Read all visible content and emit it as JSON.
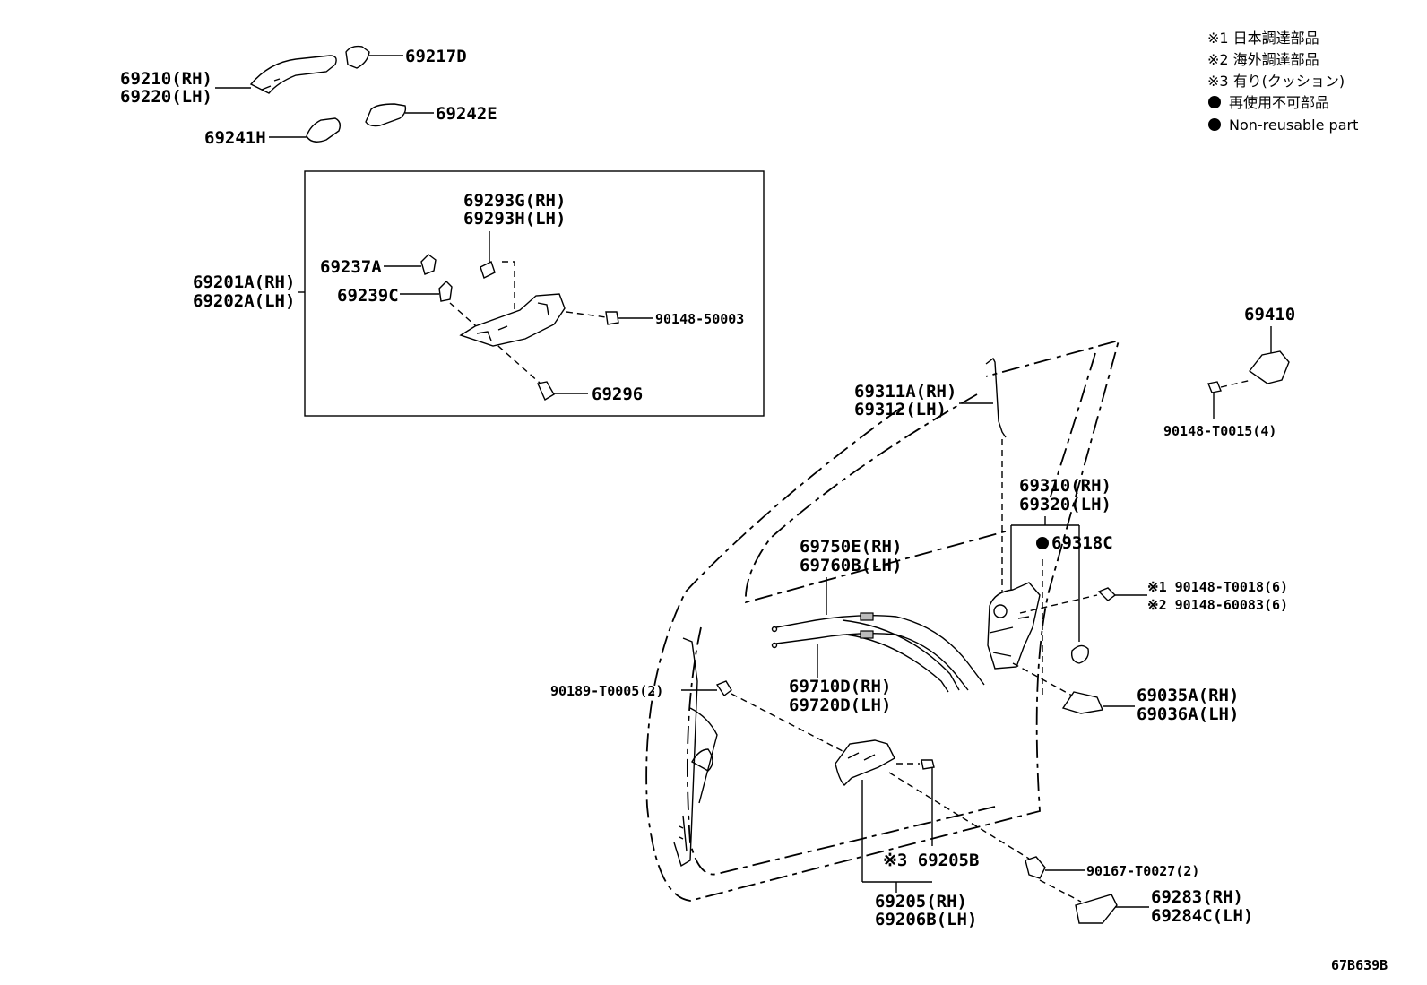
{
  "notes": [
    "※1 日本調達部品",
    "※2 海外調達部品",
    "※3 有り(クッション)",
    "再使用不可部品",
    "Non-reusable part"
  ],
  "labels": {
    "p69210": "69210(RH)",
    "p69220": "69220(LH)",
    "p69217D": "69217D",
    "p69242E": "69242E",
    "p69241H": "69241H",
    "p69201A": "69201A(RH)",
    "p69202A": "69202A(LH)",
    "p69293G": "69293G(RH)",
    "p69293H": "69293H(LH)",
    "p69237A": "69237A",
    "p69239C": "69239C",
    "p90148_50003": "90148-50003",
    "p69296": "69296",
    "p69410": "69410",
    "p90148_T0015": "90148-T0015(4)",
    "p69311A": "69311A(RH)",
    "p69312": "69312(LH)",
    "p69310": "69310(RH)",
    "p69320": "69320(LH)",
    "p69318C": "69318C",
    "p90148_T0018": "※1 90148-T0018(6)",
    "p90148_60083": "※2 90148-60083(6)",
    "p69750E": "69750E(RH)",
    "p69760B": "69760B(LH)",
    "p69710D": "69710D(RH)",
    "p69720D": "69720D(LH)",
    "p69035A": "69035A(RH)",
    "p69036A": "69036A(LH)",
    "p90189": "90189-T0005(2)",
    "p69205B": "※3 69205B",
    "p69205": "69205(RH)",
    "p69206B": "69206B(LH)",
    "p90167": "90167-T0027(2)",
    "p69283": "69283(RH)",
    "p69284C": "69284C(LH)",
    "drawing_no": "67B639B"
  }
}
